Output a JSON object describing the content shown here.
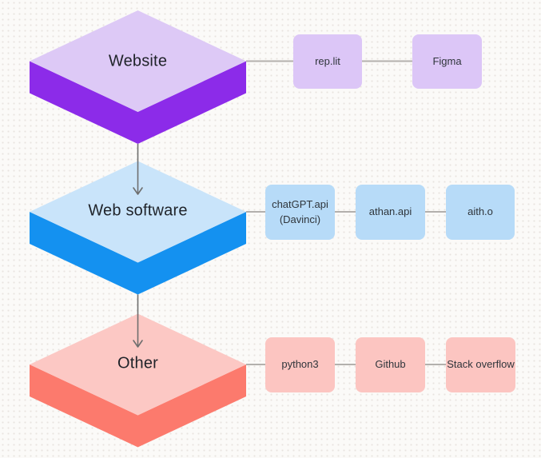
{
  "canvas": {
    "background_color": "#fbfaf8",
    "dot_color": "#e8e4df"
  },
  "diagram": {
    "connector_color": "#b3b0ad",
    "arrow_color": "#6e6e6e",
    "text_color": "#1f2329",
    "rows": [
      {
        "node": {
          "label": "Website",
          "top_color": "#ddc9f6",
          "side_color": "#8c2be9"
        },
        "box_color": "#dcc6f7",
        "boxes": [
          {
            "label": "rep.lit"
          },
          {
            "label": "Figma"
          }
        ]
      },
      {
        "node": {
          "label": "Web software",
          "top_color": "#c9e4fa",
          "side_color": "#1491f0"
        },
        "box_color": "#b7dbf8",
        "boxes": [
          {
            "label": "chatGPT.api\n(Davinci)"
          },
          {
            "label": "athan.api"
          },
          {
            "label": "aith.o"
          }
        ]
      },
      {
        "node": {
          "label": "Other",
          "top_color": "#fcc8c4",
          "side_color": "#fc7a6d"
        },
        "box_color": "#fcc5c1",
        "boxes": [
          {
            "label": "python3"
          },
          {
            "label": "Github"
          },
          {
            "label": "Stack overflow"
          }
        ]
      }
    ]
  }
}
